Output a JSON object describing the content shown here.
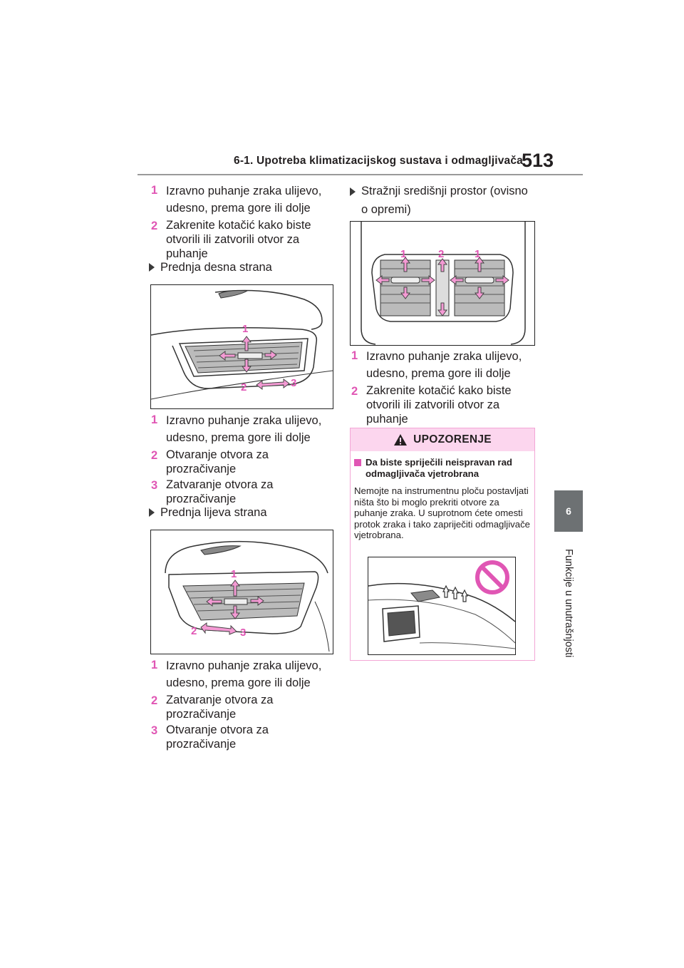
{
  "header": {
    "section_title": "6-1. Upotreba klimatizacijskog sustava i odmagljivača",
    "page_number": "513"
  },
  "side_tab": {
    "chapter_number": "6",
    "chapter_title": "Funkcije u unutrašnjosti"
  },
  "left_column": {
    "intro_items": [
      {
        "num": "1",
        "text": "Izravno puhanje zraka ulijevo, udesno, prema gore ili dolje"
      },
      {
        "num": "2",
        "text": "Zakrenite kotačić kako biste otvorili ili zatvorili otvor za puhanje"
      }
    ],
    "front_right": {
      "heading": "Prednja desna strana",
      "figure_callouts": [
        "1",
        "2",
        "3"
      ],
      "items": [
        {
          "num": "1",
          "text": "Izravno puhanje zraka ulijevo, udesno, prema gore ili dolje"
        },
        {
          "num": "2",
          "text": "Otvaranje otvora za prozračivanje"
        },
        {
          "num": "3",
          "text": "Zatvaranje otvora za prozračivanje"
        }
      ]
    },
    "front_left": {
      "heading": "Prednja lijeva strana",
      "figure_callouts": [
        "1",
        "2",
        "3"
      ],
      "items": [
        {
          "num": "1",
          "text": "Izravno puhanje zraka ulijevo, udesno, prema gore ili dolje"
        },
        {
          "num": "2",
          "text": "Zatvaranje otvora za prozračivanje"
        },
        {
          "num": "3",
          "text": "Otvaranje otvora za prozračivanje"
        }
      ]
    }
  },
  "right_column": {
    "rear_center": {
      "heading": "Stražnji središnji prostor (ovisno o opremi)",
      "figure_callouts": [
        "1",
        "2",
        "1"
      ],
      "items": [
        {
          "num": "1",
          "text": "Izravno puhanje zraka ulijevo, udesno, prema gore ili dolje"
        },
        {
          "num": "2",
          "text": "Zakrenite kotačić kako biste otvorili ili zatvorili otvor za puhanje"
        }
      ]
    },
    "warning": {
      "title": "UPOZORENJE",
      "subheading": "Da biste spriječili neispravan rad odmagljivača vjetrobrana",
      "body": "Nemojte na instrumentnu ploču postavljati ništa što bi moglo prekriti otvore za puhanje zraka. U suprotnom ćete omesti protok zraka i tako zapriječiti odmagljivače vjetrobrana."
    }
  },
  "colors": {
    "accent_pink": "#e056b4",
    "warning_header_bg": "#fcd6ee",
    "warning_border": "#f3a6d6",
    "side_tab_bg": "#6d7173"
  }
}
